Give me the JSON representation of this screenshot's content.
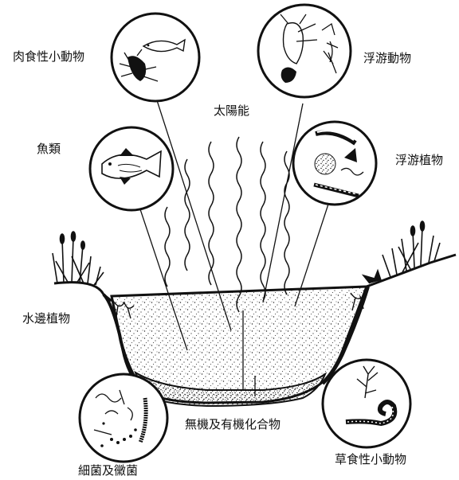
{
  "labels": {
    "carnivores": "肉食性小動物",
    "zooplankton": "浮游動物",
    "solar": "太陽能",
    "fish": "魚類",
    "phytoplankton": "浮游植物",
    "shore_plants": "水邊植物",
    "compounds": "無機及有機化合物",
    "bacteria": "細菌及黴菌",
    "herbivores": "草食性小動物"
  },
  "colors": {
    "ink": "#111111",
    "paper": "#ffffff"
  }
}
